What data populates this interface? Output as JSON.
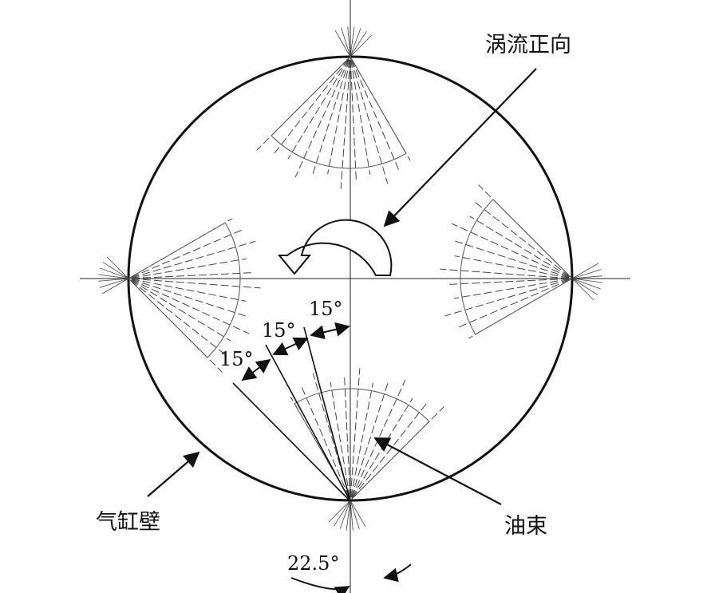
{
  "labels": {
    "swirl": "涡流正向",
    "cylinder_wall": "气缸壁",
    "spray": "油束"
  },
  "angles": {
    "a1": "15°",
    "a2": "15°",
    "a3": "15°",
    "a4": "22.5°"
  },
  "colors": {
    "line": "#111111",
    "thin": "#555555"
  }
}
